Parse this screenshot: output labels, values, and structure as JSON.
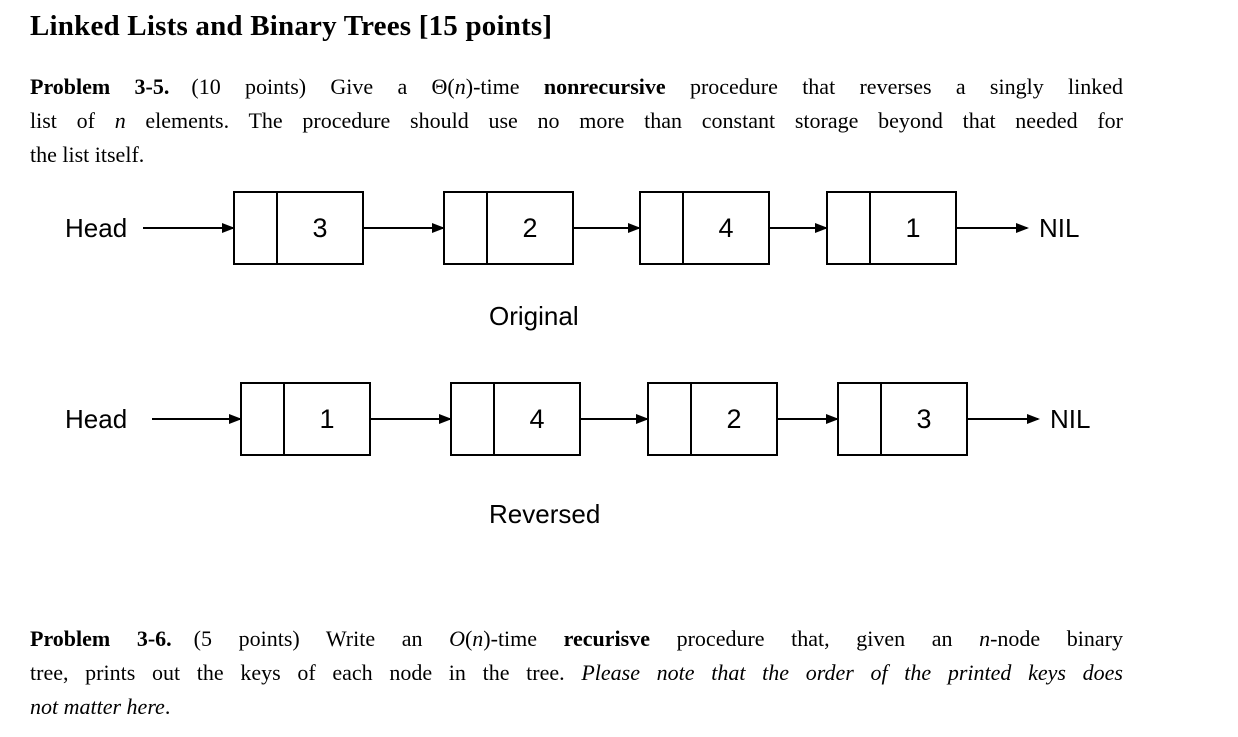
{
  "page": {
    "title": "Linked Lists and Binary Trees [15 points]"
  },
  "problem_3_5": {
    "line1": [
      {
        "text": "Problem 3-5.",
        "style": "bold"
      },
      {
        "text": " (10 points) Give a ",
        "style": "normal"
      },
      {
        "text": "Θ(",
        "style": "math"
      },
      {
        "text": "n",
        "style": "mathit"
      },
      {
        "text": ")-time ",
        "style": "math"
      },
      {
        "text": "nonrecursive",
        "style": "bold"
      },
      {
        "text": " procedure that reverses a singly linked",
        "style": "normal"
      }
    ],
    "line2": [
      {
        "text": "list of ",
        "style": "normal"
      },
      {
        "text": "n",
        "style": "mathit"
      },
      {
        "text": " elements. The procedure should use no more than constant storage beyond that needed for",
        "style": "normal"
      }
    ],
    "line3": [
      {
        "text": "the list itself.",
        "style": "normal"
      }
    ]
  },
  "diagram": {
    "original": {
      "head_label": "Head",
      "values": [
        "3",
        "2",
        "4",
        "1"
      ],
      "nil_label": "NIL",
      "caption": "Original"
    },
    "reversed": {
      "head_label": "Head",
      "values": [
        "1",
        "4",
        "2",
        "3"
      ],
      "nil_label": "NIL",
      "caption": "Reversed"
    },
    "stroke_color": "#000000",
    "background_color": "#ffffff"
  },
  "problem_3_6": {
    "line1": [
      {
        "text": "Problem 3-6.",
        "style": "bold"
      },
      {
        "text": " (5 points) Write an ",
        "style": "normal"
      },
      {
        "text": "O",
        "style": "mathit"
      },
      {
        "text": "(",
        "style": "math"
      },
      {
        "text": "n",
        "style": "mathit"
      },
      {
        "text": ")-time ",
        "style": "math"
      },
      {
        "text": "recurisve",
        "style": "bold"
      },
      {
        "text": " procedure that, given an ",
        "style": "normal"
      },
      {
        "text": "n",
        "style": "mathit"
      },
      {
        "text": "-node binary",
        "style": "normal"
      }
    ],
    "line2": [
      {
        "text": "tree, prints out the keys of each node in the tree. ",
        "style": "normal"
      },
      {
        "text": "Please note that the order of the printed keys does",
        "style": "italic"
      }
    ],
    "line3": [
      {
        "text": "not matter here",
        "style": "italic"
      },
      {
        "text": ".",
        "style": "normal"
      }
    ]
  }
}
